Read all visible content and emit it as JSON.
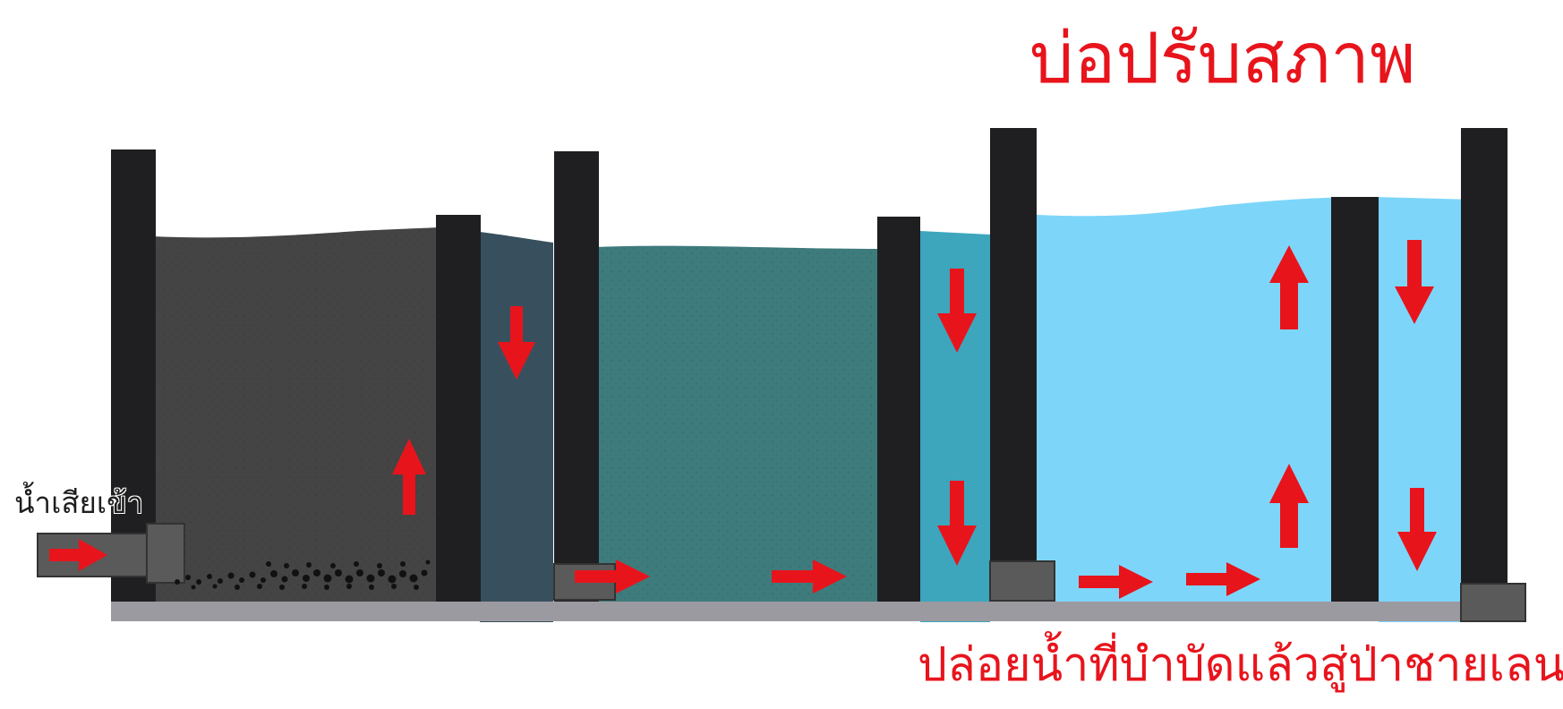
{
  "labels": {
    "title": "บ่อปรับสภาพ",
    "inlet": "น้ำเสียเข้า",
    "outlet": "ปล่อยน้ำที่บำบัดแล้วสู่ป่าชายเลน"
  },
  "colors": {
    "wall": "#1f1f22",
    "floor": "#9b9aa0",
    "tank1_water": "#444444",
    "channel1_water": "#38505e",
    "tank2_water": "#3e7b7c",
    "channel2_water": "#3da6bd",
    "tank3_water": "#7dd6fa",
    "flow_arrow": "#e8141c",
    "pipe": "#5a5a5a",
    "text_red": "#e8141c",
    "text_dark": "#1e1e1e"
  },
  "icons": {
    "flow": "red-arrow-icon",
    "pipe": "pipe-icon",
    "sludge": "sludge-particles-icon"
  }
}
